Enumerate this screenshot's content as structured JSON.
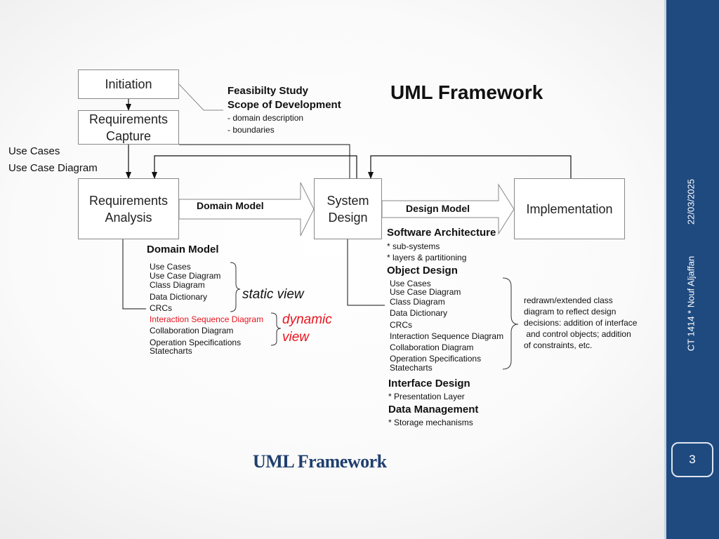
{
  "boxes": {
    "initiation": "Initiation",
    "req_capture": [
      "Requirements",
      "Capture"
    ],
    "req_analysis": [
      "Requirements",
      "Analysis"
    ],
    "system_design": [
      "System",
      "Design"
    ],
    "implementation": "Implementation"
  },
  "header": {
    "title": "UML Framework",
    "feasibility": "Feasibilty Study",
    "scope": "Scope of Development",
    "domain_desc": "- domain description",
    "boundaries": "- boundaries"
  },
  "left_labels": {
    "use_cases": "Use Cases",
    "use_case_diagram": "Use Case Diagram"
  },
  "arrows": {
    "domain_model": "Domain Model",
    "design_model": "Design Model"
  },
  "domain_model": {
    "heading": "Domain Model",
    "items": [
      "Use Cases",
      "Use Case Diagram",
      "Class Diagram",
      "Data Dictionary",
      "CRCs",
      "Interaction Sequence Diagram",
      "Collaboration Diagram",
      "Operation Specifications",
      "Statecharts"
    ],
    "static_view": "static view",
    "dynamic_view": [
      "dynamic",
      "view"
    ]
  },
  "design": {
    "software_architecture": "Software Architecture",
    "sub_systems": "* sub-systems",
    "layers": "* layers & partitioning",
    "object_design": "Object Design",
    "items": [
      "Use Cases",
      "Use Case Diagram",
      "Class Diagram",
      "Data Dictionary",
      "CRCs",
      "Interaction Sequence Diagram",
      "Collaboration Diagram",
      "Operation Specifications",
      "Statecharts"
    ],
    "note": [
      "redrawn/extended class",
      "diagram to reflect design",
      "decisions: addition of interface",
      " and control objects; addition",
      "of constraints, etc."
    ],
    "interface_design": "Interface Design",
    "presentation_layer": "* Presentation Layer",
    "data_management": "Data Management",
    "storage": "* Storage mechanisms"
  },
  "footer_title": "UML Framework",
  "sidebar": {
    "date": "22/03/2025",
    "author": "CT 1414 * Nouf Aljaffan",
    "slide_number": "3"
  },
  "colors": {
    "sidebar": "#1e4a80",
    "red_text": "#e8141e",
    "footer_title": "#1f3f6e"
  }
}
